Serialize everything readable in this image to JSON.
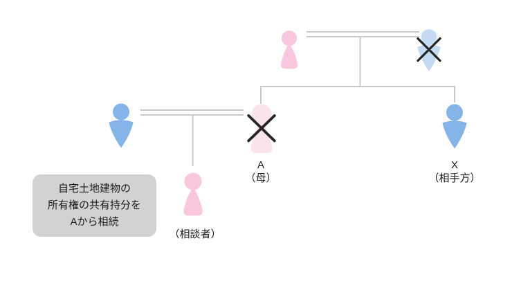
{
  "diagram_title": "family-tree-inheritance-diagram",
  "colors": {
    "female_pink": "#f9c8de",
    "female_pink_deceased": "#fbe3ee",
    "male_blue": "#85b5e8",
    "male_blue_deceased": "#c4daf3",
    "line_gray": "#c9c9c9",
    "x_mark": "#262626",
    "note_bg": "#d2d2d2",
    "text": "#1a1a1a"
  },
  "people": {
    "grandmother": {
      "gender": "female",
      "deceased": false
    },
    "grandfather": {
      "gender": "male",
      "deceased": true
    },
    "father": {
      "gender": "male",
      "deceased": false
    },
    "a": {
      "gender": "female",
      "deceased": true
    },
    "consultant": {
      "gender": "female",
      "deceased": false
    },
    "x": {
      "gender": "male",
      "deceased": false
    }
  },
  "labels": {
    "a": {
      "name": "A",
      "role": "（母）"
    },
    "x": {
      "name": "X",
      "role": "（相手方）"
    },
    "consultant": {
      "role": "（相談者）"
    }
  },
  "note": {
    "text": "自宅土地建物の\n所有権の共有持分を\nAから相続"
  }
}
